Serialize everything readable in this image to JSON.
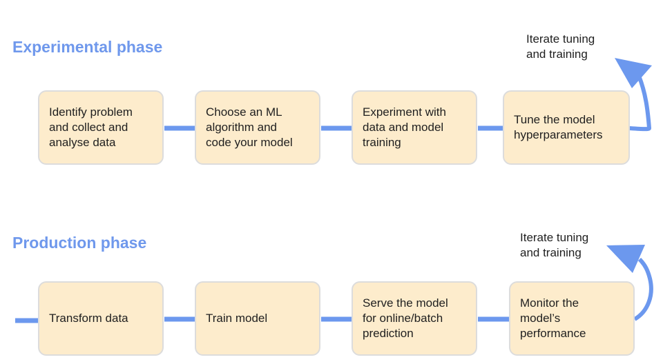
{
  "experimental": {
    "title": "Experimental phase",
    "steps": [
      "Identify problem\nand collect and\nanalyse data",
      "Choose an ML\nalgorithm and\ncode your model",
      "Experiment with\ndata and model\ntraining",
      "Tune the model\nhyperparameters"
    ],
    "loop_label": "Iterate tuning\nand training"
  },
  "production": {
    "title": "Production phase",
    "steps": [
      "Transform data",
      "Train model",
      "Serve the model\nfor online/batch\nprediction",
      "Monitor the\nmodel’s\nperformance"
    ],
    "loop_label": "Iterate tuning\nand training"
  },
  "colors": {
    "title": "#6f98ec",
    "connector": "#6c98ee",
    "box_fill": "#fdeccc",
    "box_border": "#dcdcdc"
  }
}
